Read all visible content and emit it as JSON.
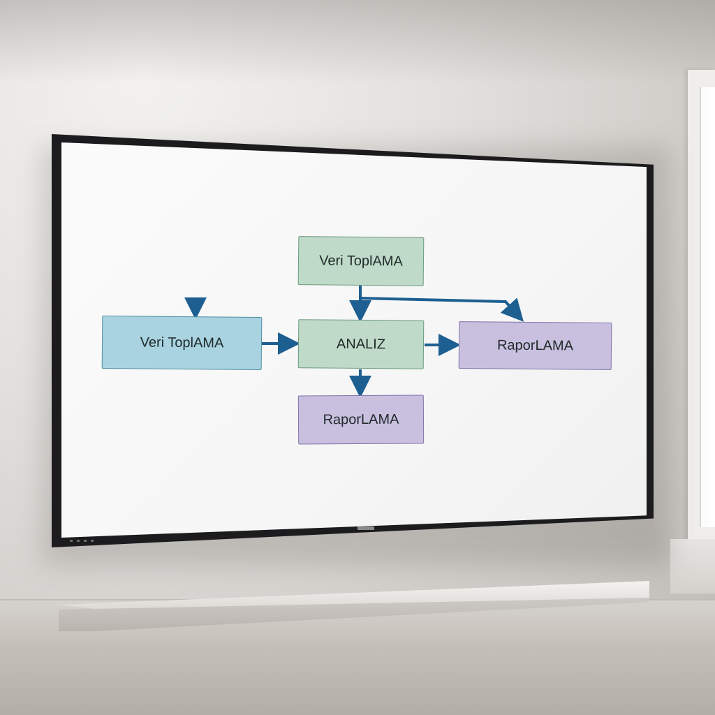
{
  "diagram": {
    "nodes": {
      "top": {
        "label": "Veri ToplAMA"
      },
      "left": {
        "label": "Veri ToplAMA"
      },
      "center": {
        "label": "ANALIZ"
      },
      "right": {
        "label": "RaporLAMA"
      },
      "bottom": {
        "label": "RaporLAMA"
      }
    },
    "colors": {
      "edge": "#1d5f91",
      "green": "#bfdac8",
      "blue": "#a9d3e0",
      "purple": "#c9c0e0"
    }
  }
}
